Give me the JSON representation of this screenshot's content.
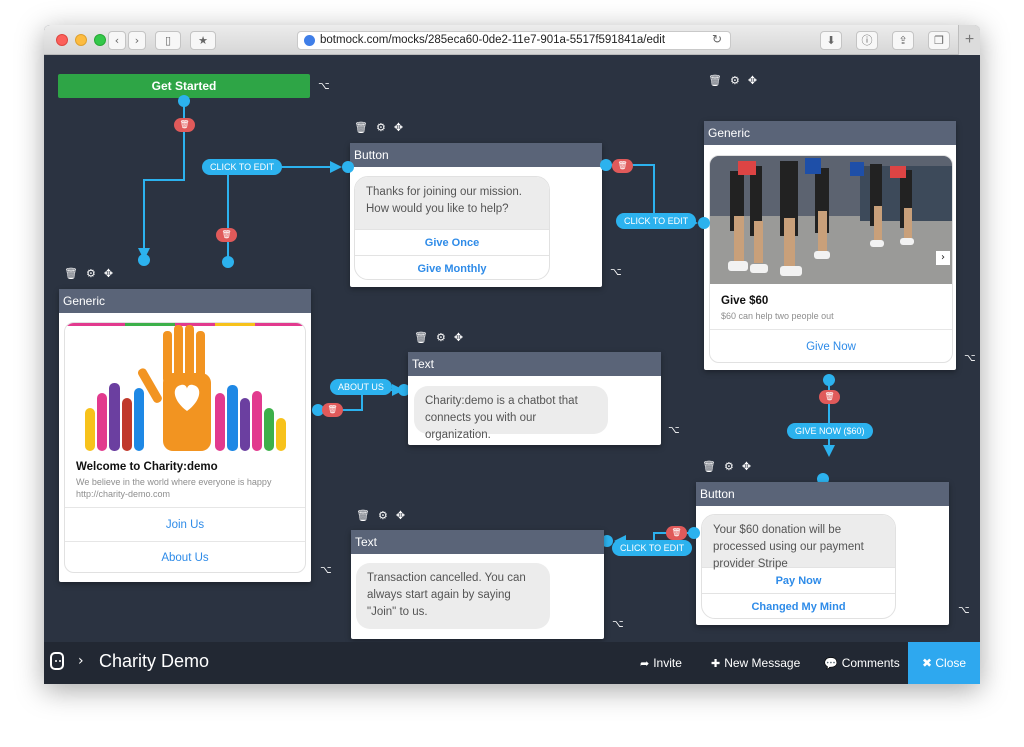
{
  "browser": {
    "url": "botmock.com/mocks/285eca60-0de2-11e7-901a-5517f591841a/edit",
    "icons": [
      "back-icon",
      "forward-icon",
      "sidebar-icon",
      "bookmark-icon",
      "reload-icon",
      "download-icon",
      "info-icon",
      "share-icon",
      "tabs-icon",
      "new-tab-icon"
    ]
  },
  "canvas": {
    "get_started_label": "Get Started",
    "tools": [
      "trash-icon",
      "gear-icon",
      "move-icon"
    ],
    "edges": [
      {
        "label": "CLICK TO EDIT"
      },
      {
        "label": "CLICK TO EDIT"
      },
      {
        "label": "ABOUT US"
      },
      {
        "label": "GIVE NOW ($60)"
      },
      {
        "label": "CLICK TO EDIT"
      }
    ],
    "nodes": {
      "button1": {
        "type": "Button",
        "text": "Thanks for joining our mission. How would you like to help?",
        "buttons": [
          "Give Once",
          "Give Monthly"
        ]
      },
      "generic1": {
        "type": "Generic",
        "title": "Give $60",
        "subtitle": "$60 can help two people out",
        "button": "Give Now"
      },
      "generic2": {
        "type": "Generic",
        "title": "Welcome to Charity:demo",
        "subtitle": "We believe in the world where everyone is happy",
        "url": "http://charity-demo.com",
        "buttons": [
          "Join Us",
          "About Us"
        ]
      },
      "text1": {
        "type": "Text",
        "text": "Charity:demo is a chatbot that connects you with our organization."
      },
      "button2": {
        "type": "Button",
        "text": "Your $60 donation will be processed using our payment provider Stripe",
        "buttons": [
          "Pay Now",
          "Changed My Mind"
        ]
      },
      "text2": {
        "type": "Text",
        "text": "Transaction cancelled. You can always start again by saying \"Join\" to us."
      }
    }
  },
  "bottom": {
    "project": "Charity Demo",
    "actions": {
      "invite": "Invite",
      "new_message": "New Message",
      "comments": "Comments",
      "close": "Close"
    }
  },
  "colors": {
    "canvas": "#2b3341",
    "node_header": "#5a6478",
    "wire": "#2cb2ee",
    "delete": "#e05a5a",
    "start": "#2ea546",
    "link": "#2e8be8",
    "close": "#2ea8ef"
  }
}
